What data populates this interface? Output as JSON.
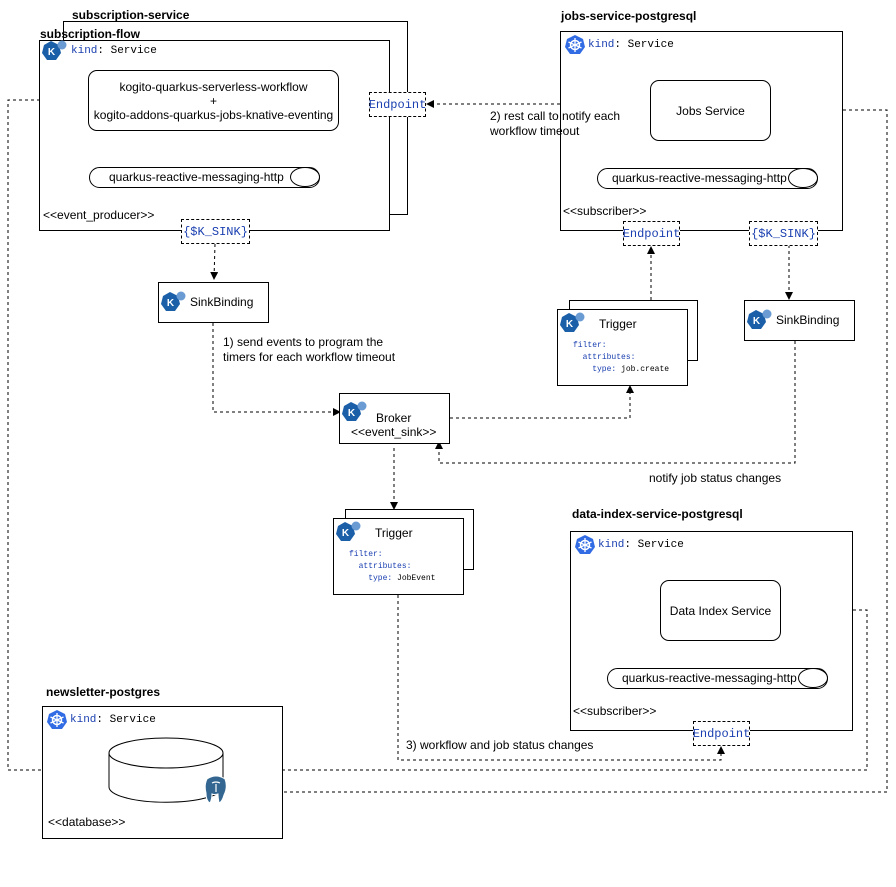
{
  "subscription_service": {
    "title": "subscription-service"
  },
  "subscription_flow": {
    "title": "subscription-flow",
    "kind_key": "kind",
    "kind_value": "Service",
    "workflow_line1": "kogito-quarkus-serverless-workflow",
    "workflow_line2": "+",
    "workflow_line3": "kogito-addons-quarkus-jobs-knative-eventing",
    "messaging": "quarkus-reactive-messaging-http",
    "stereotype": "<<event_producer>>",
    "sink": "{$K_SINK}",
    "endpoint": "Endpoint"
  },
  "jobs_service_postgresql": {
    "title": "jobs-service-postgresql",
    "kind_key": "kind",
    "kind_value": "Service",
    "service": "Jobs Service",
    "messaging": "quarkus-reactive-messaging-http",
    "stereotype": "<<subscriber>>",
    "endpoint": "Endpoint",
    "sink": "{$K_SINK}"
  },
  "sinkbinding_left": {
    "label": "SinkBinding"
  },
  "sinkbinding_right": {
    "label": "SinkBinding"
  },
  "trigger_jobs": {
    "label": "Trigger",
    "filter_key": "filter:",
    "attributes_key": "attributes:",
    "type_key": "type:",
    "type_value": "job.create"
  },
  "broker": {
    "label": "Broker",
    "stereotype": "<<event_sink>>"
  },
  "trigger_index": {
    "label": "Trigger",
    "filter_key": "filter:",
    "attributes_key": "attributes:",
    "type_key": "type:",
    "type_value": "JobEvent"
  },
  "data_index": {
    "title": "data-index-service-postgresql",
    "kind_key": "kind",
    "kind_value": "Service",
    "service": "Data Index Service",
    "messaging": "quarkus-reactive-messaging-http",
    "stereotype": "<<subscriber>>",
    "endpoint": "Endpoint"
  },
  "newsletter_postgres": {
    "title": "newsletter-postgres",
    "kind_key": "kind",
    "kind_value": "Service",
    "stereotype": "<<database>>"
  },
  "annotations": {
    "rest_call_line1": "2) rest call to notify each",
    "rest_call_line2": "workflow timeout",
    "send_events_line1": "1) send events to program the",
    "send_events_line2": "timers for each workflow timeout",
    "notify_status": "notify job status changes",
    "workflow_status": "3) workflow and job status changes"
  },
  "icons": {
    "knative": "knative-icon",
    "kubernetes": "kubernetes-icon",
    "postgres": "postgresql-elephant-icon"
  },
  "colors": {
    "knative_blue": "#1b5fa8",
    "k8s_blue": "#326ce5",
    "mono_blue": "#1a3fb0"
  }
}
